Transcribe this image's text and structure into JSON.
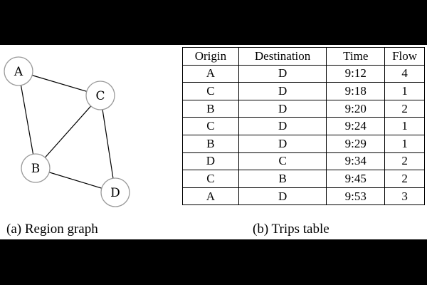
{
  "graph": {
    "nodes": [
      {
        "id": "A"
      },
      {
        "id": "C"
      },
      {
        "id": "B"
      },
      {
        "id": "D"
      }
    ],
    "edges": [
      [
        "A",
        "C"
      ],
      [
        "A",
        "B"
      ],
      [
        "B",
        "C"
      ],
      [
        "C",
        "D"
      ],
      [
        "B",
        "D"
      ]
    ]
  },
  "table": {
    "headers": [
      "Origin",
      "Destination",
      "Time",
      "Flow"
    ],
    "rows": [
      [
        "A",
        "D",
        "9:12",
        "4"
      ],
      [
        "C",
        "D",
        "9:18",
        "1"
      ],
      [
        "B",
        "D",
        "9:20",
        "2"
      ],
      [
        "C",
        "D",
        "9:24",
        "1"
      ],
      [
        "B",
        "D",
        "9:29",
        "1"
      ],
      [
        "D",
        "C",
        "9:34",
        "2"
      ],
      [
        "C",
        "B",
        "9:45",
        "2"
      ],
      [
        "A",
        "D",
        "9:53",
        "3"
      ]
    ]
  },
  "captions": {
    "a": "(a) Region graph",
    "b": "(b) Trips table"
  }
}
